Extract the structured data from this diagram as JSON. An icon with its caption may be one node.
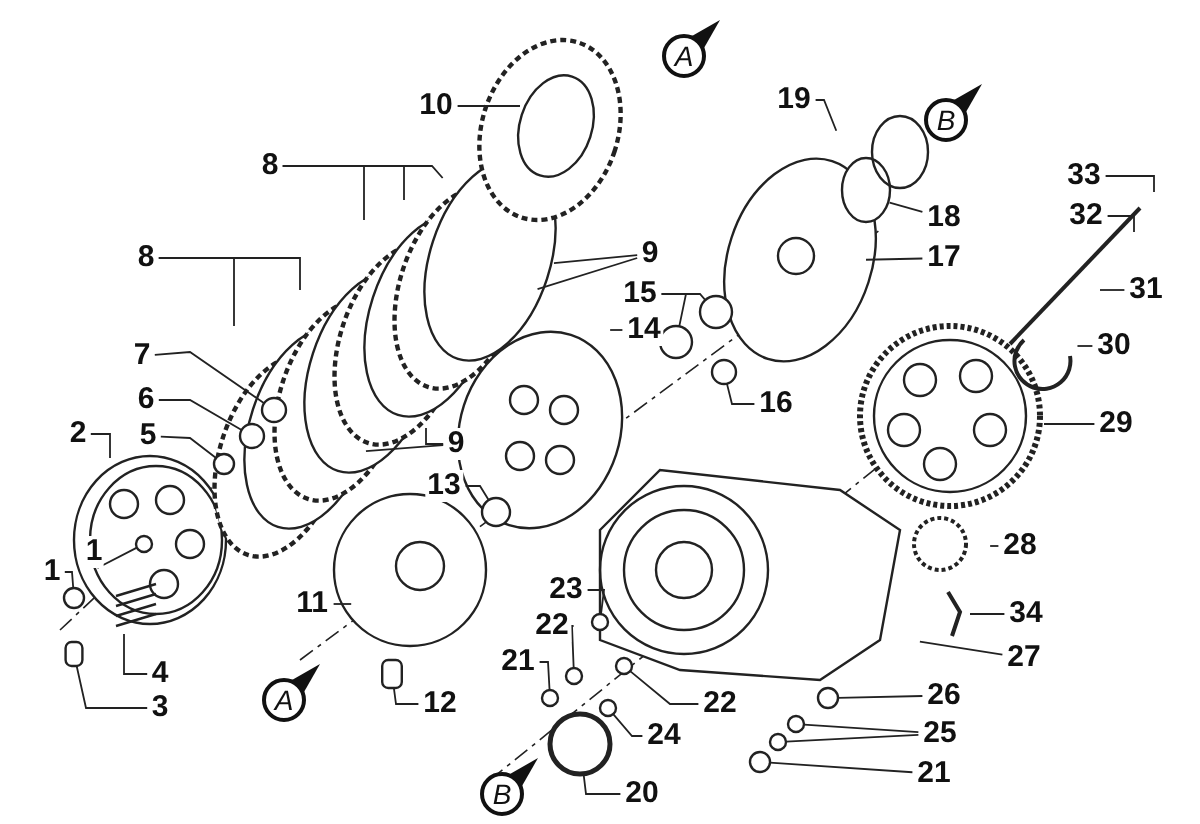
{
  "diagram": {
    "nodes": [
      {
        "text": [
          "10"
        ]
      },
      {
        "text": [
          "19"
        ]
      },
      {
        "text": [
          "8"
        ]
      },
      {
        "text": [
          "18"
        ]
      },
      {
        "text": [
          "17"
        ]
      },
      {
        "text": [
          "33"
        ]
      },
      {
        "text": [
          "32"
        ]
      },
      {
        "text": [
          "8"
        ]
      },
      {
        "text": [
          "9"
        ]
      },
      {
        "text": [
          "15"
        ]
      },
      {
        "text": [
          "31"
        ]
      },
      {
        "text": [
          "14"
        ]
      },
      {
        "text": [
          "7"
        ]
      },
      {
        "text": [
          "30"
        ]
      },
      {
        "text": [
          "6"
        ]
      },
      {
        "text": [
          "16"
        ]
      },
      {
        "text": [
          "2"
        ]
      },
      {
        "text": [
          "5"
        ]
      },
      {
        "text": [
          "9"
        ]
      },
      {
        "text": [
          "29"
        ]
      },
      {
        "text": [
          "13"
        ]
      },
      {
        "text": [
          "28"
        ]
      },
      {
        "text": [
          "1"
        ]
      },
      {
        "text": [
          "1"
        ]
      },
      {
        "text": [
          "23"
        ]
      },
      {
        "text": [
          "11"
        ]
      },
      {
        "text": [
          "34"
        ]
      },
      {
        "text": [
          "4"
        ]
      },
      {
        "text": [
          "22"
        ]
      },
      {
        "text": [
          "27"
        ]
      },
      {
        "text": [
          "21"
        ]
      },
      {
        "text": [
          "22"
        ]
      },
      {
        "text": [
          "26"
        ]
      },
      {
        "text": [
          "3"
        ]
      },
      {
        "text": [
          "24"
        ]
      },
      {
        "text": [
          "12"
        ]
      },
      {
        "text": [
          "25"
        ]
      },
      {
        "text": [
          "21"
        ]
      },
      {
        "text": [
          "20"
        ]
      },
      {
        "text": [],
        "shape": "circle"
      },
      {
        "text": [],
        "shape": "circle"
      },
      {
        "text": [],
        "shape": "circle"
      },
      {
        "text": [],
        "shape": "circle"
      },
      {
        "text": [],
        "shape": "circle"
      },
      {
        "text": [],
        "shape": "circle"
      },
      {
        "text": [],
        "shape": "circle"
      },
      {
        "text": [],
        "shape": "circle"
      },
      {
        "text": [],
        "shape": "circle"
      },
      {
        "text": [],
        "shape": "circle"
      },
      {
        "text": [],
        "shape": "circle"
      },
      {
        "text": [],
        "shape": "circle"
      },
      {
        "text": [],
        "shape": "circle"
      },
      {
        "text": [],
        "shape": "box"
      },
      {
        "text": [],
        "shape": "circle"
      },
      {
        "text": [],
        "shape": "circle"
      },
      {
        "text": [],
        "shape": "circle"
      },
      {
        "text": [],
        "shape": "circle"
      },
      {
        "text": [],
        "shape": "circle"
      },
      {
        "text": [],
        "shape": "circle"
      },
      {
        "text": [],
        "shape": "box"
      },
      {
        "text": [
          "A"
        ]
      },
      {
        "text": [
          "B"
        ]
      },
      {
        "text": [
          "A"
        ]
      },
      {
        "text": [
          "B"
        ]
      }
    ],
    "edges": [
      {
        "from": 0,
        "to": null,
        "arrow": "none"
      },
      {
        "from": 1,
        "to": null,
        "arrow": "none"
      },
      {
        "from": 2,
        "to": null,
        "arrow": "none"
      },
      {
        "from": 2,
        "to": null,
        "arrow": "none"
      },
      {
        "from": 2,
        "to": null,
        "arrow": "none"
      },
      {
        "from": 3,
        "to": null,
        "arrow": "none"
      },
      {
        "from": 4,
        "to": null,
        "arrow": "none"
      },
      {
        "from": 5,
        "to": null,
        "arrow": "none"
      },
      {
        "from": 6,
        "to": null,
        "arrow": "none"
      },
      {
        "from": 7,
        "to": null,
        "arrow": "none"
      },
      {
        "from": 7,
        "to": null,
        "arrow": "none"
      },
      {
        "from": 8,
        "to": null,
        "arrow": "none"
      },
      {
        "from": 8,
        "to": null,
        "arrow": "none"
      },
      {
        "from": 9,
        "to": 39,
        "arrow": "none"
      },
      {
        "from": 9,
        "to": 40,
        "arrow": "none"
      },
      {
        "from": 10,
        "to": null,
        "arrow": "none"
      },
      {
        "from": 11,
        "to": null,
        "arrow": "none"
      },
      {
        "from": 12,
        "to": 41,
        "arrow": "none"
      },
      {
        "from": 13,
        "to": null,
        "arrow": "none"
      },
      {
        "from": 14,
        "to": 42,
        "arrow": "none"
      },
      {
        "from": 15,
        "to": 58,
        "arrow": "none"
      },
      {
        "from": 16,
        "to": null,
        "arrow": "none"
      },
      {
        "from": 17,
        "to": 43,
        "arrow": "none"
      },
      {
        "from": 18,
        "to": null,
        "arrow": "none"
      },
      {
        "from": 18,
        "to": null,
        "arrow": "none"
      },
      {
        "from": 19,
        "to": null,
        "arrow": "none"
      },
      {
        "from": 20,
        "to": 44,
        "arrow": "none"
      },
      {
        "from": 21,
        "to": null,
        "arrow": "none"
      },
      {
        "from": 22,
        "to": 45,
        "arrow": "none"
      },
      {
        "from": 23,
        "to": 46,
        "arrow": "none"
      },
      {
        "from": 24,
        "to": 51,
        "arrow": "none"
      },
      {
        "from": 25,
        "to": null,
        "arrow": "none"
      },
      {
        "from": 26,
        "to": null,
        "arrow": "none"
      },
      {
        "from": 27,
        "to": null,
        "arrow": "none"
      },
      {
        "from": 28,
        "to": 47,
        "arrow": "none"
      },
      {
        "from": 29,
        "to": null,
        "arrow": "none"
      },
      {
        "from": 30,
        "to": 48,
        "arrow": "none"
      },
      {
        "from": 31,
        "to": 49,
        "arrow": "none"
      },
      {
        "from": 32,
        "to": 54,
        "arrow": "none"
      },
      {
        "from": 33,
        "to": 59,
        "arrow": "none"
      },
      {
        "from": 34,
        "to": 50,
        "arrow": "none"
      },
      {
        "from": 35,
        "to": 52,
        "arrow": "none"
      },
      {
        "from": 36,
        "to": 55,
        "arrow": "none"
      },
      {
        "from": 36,
        "to": 56,
        "arrow": "none"
      },
      {
        "from": 37,
        "to": 57,
        "arrow": "none"
      },
      {
        "from": 38,
        "to": 53,
        "arrow": "none"
      }
    ],
    "labels": []
  }
}
